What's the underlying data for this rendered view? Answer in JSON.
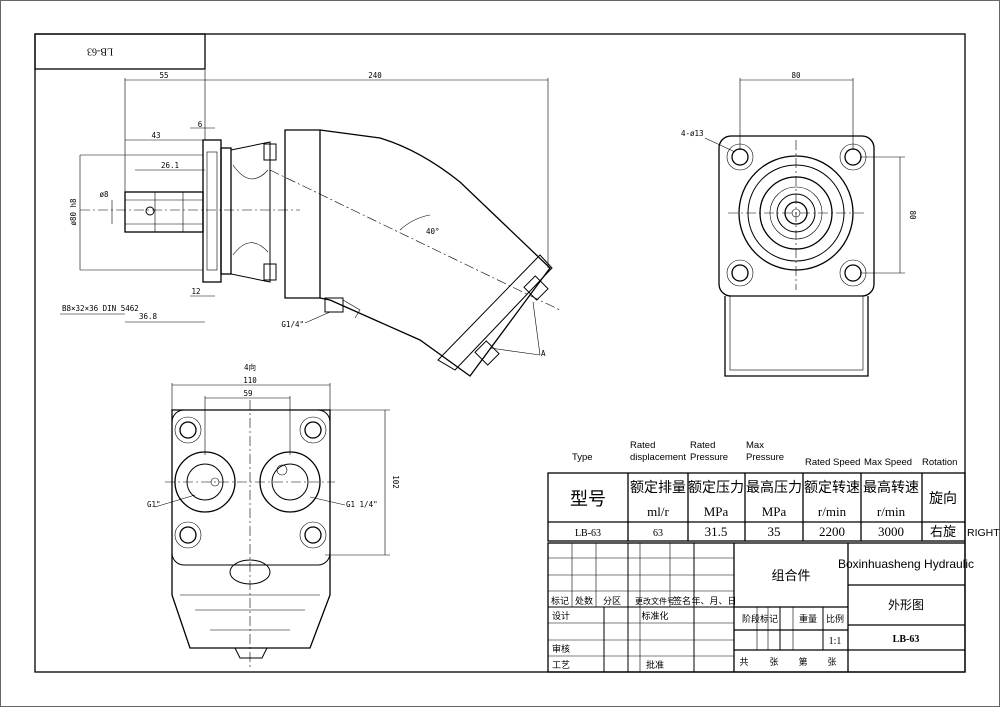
{
  "sheet": {
    "code_box": "LB-63",
    "company": "Boxinhuasheng Hydraulic",
    "drawing_name": "外形图",
    "assembly": "组合件",
    "drawing_no": "LB-63",
    "scale_label": "比例",
    "scale": "1:1",
    "weight_label": "重量",
    "stage_label": "阶段标记",
    "revision_headers": [
      "标记",
      "处数",
      "分区",
      "更改文件号",
      "签名",
      "年、月、日"
    ],
    "design": "设计",
    "standardize": "标准化",
    "review": "审核",
    "process": "工艺",
    "approve": "批准",
    "sheets_total": "共",
    "sheets": "张",
    "sheet_no": "第",
    "sheet_end": "张"
  },
  "spec_table": {
    "headers_en": [
      "Type",
      "Rated displacement",
      "Rated Pressure",
      "Max Pressure",
      "Rated Speed",
      "Max Speed",
      "Rotation"
    ],
    "headers_cn": [
      "型号",
      "额定排量",
      "额定压力",
      "最高压力",
      "额定转速",
      "最高转速",
      "旋向"
    ],
    "units": [
      "",
      "ml/r",
      "MPa",
      "MPa",
      "r/min",
      "r/min",
      ""
    ],
    "values": [
      "LB-63",
      "63",
      "31.5",
      "35",
      "2200",
      "3000",
      "右旋"
    ],
    "rotation_en": "RIGHT"
  },
  "dims": {
    "side": [
      "55",
      "240",
      "6",
      "43",
      "26.1",
      "ø8",
      "ø80 h8",
      "12",
      "36.8",
      "B8×32×36  DIN 5462",
      "G1/4\"",
      "40°",
      "A"
    ],
    "front": [
      "80",
      "4-ø13",
      "80"
    ],
    "bottom": [
      "110",
      "59",
      "102",
      "G1\"",
      "G1 1/4\"",
      "4向"
    ]
  }
}
